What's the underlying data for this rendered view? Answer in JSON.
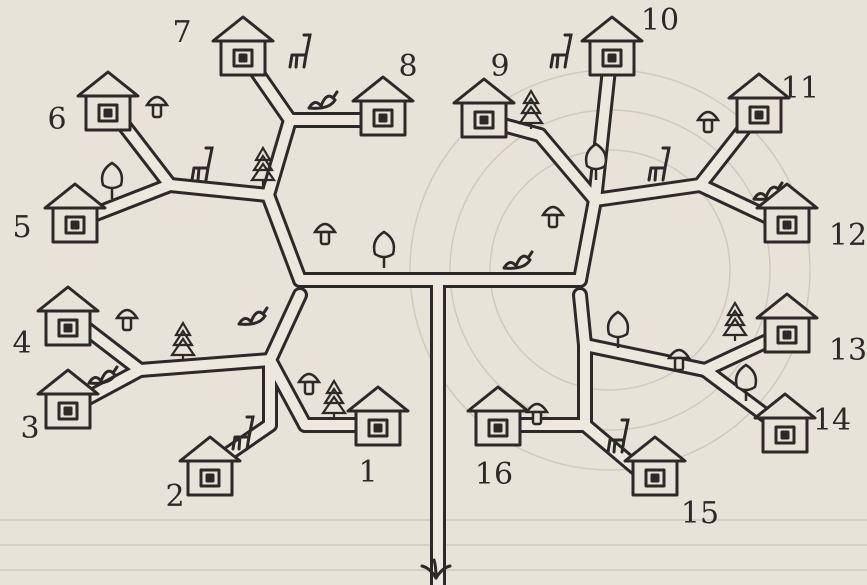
{
  "colors": {
    "paper": "#e7e3d8",
    "ink": "#2b2a28",
    "faint": "#c9c4b6",
    "path_fill": "#ece8de"
  },
  "diagram": {
    "entrance_icon": "grass-icon",
    "houses": [
      {
        "label": "1",
        "icon": "house-icon"
      },
      {
        "label": "2",
        "icon": "house-icon"
      },
      {
        "label": "3",
        "icon": "house-icon"
      },
      {
        "label": "4",
        "icon": "house-icon"
      },
      {
        "label": "5",
        "icon": "house-icon"
      },
      {
        "label": "6",
        "icon": "house-icon"
      },
      {
        "label": "7",
        "icon": "house-icon"
      },
      {
        "label": "8",
        "icon": "house-icon"
      },
      {
        "label": "9",
        "icon": "house-icon"
      },
      {
        "label": "10",
        "icon": "house-icon"
      },
      {
        "label": "11",
        "icon": "house-icon"
      },
      {
        "label": "12",
        "icon": "house-icon"
      },
      {
        "label": "13",
        "icon": "house-icon"
      },
      {
        "label": "14",
        "icon": "house-icon"
      },
      {
        "label": "15",
        "icon": "house-icon"
      },
      {
        "label": "16",
        "icon": "house-icon"
      }
    ]
  }
}
